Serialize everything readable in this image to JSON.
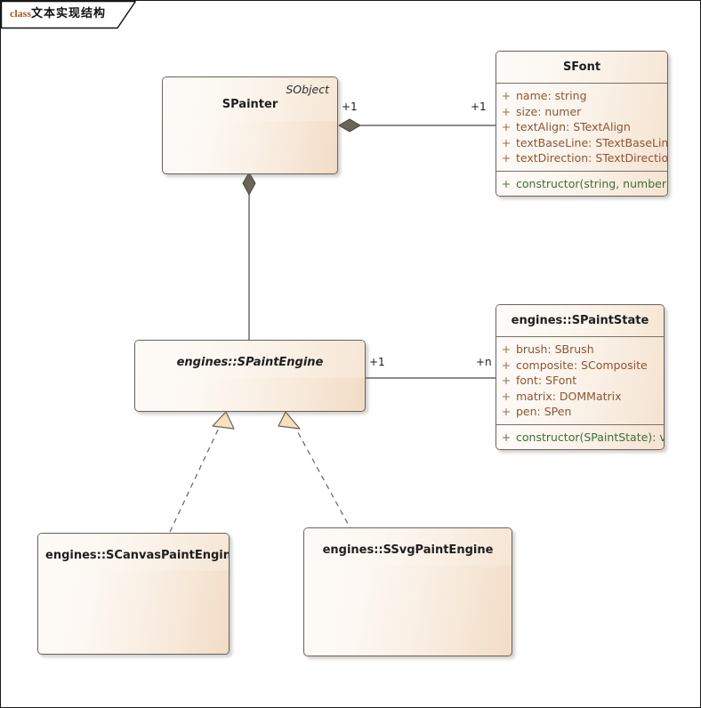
{
  "frame": {
    "keyword": "class",
    "title": "文本实现结构"
  },
  "colors": {
    "border": "#6b6259",
    "attribute_text": "#8a5634",
    "operation_text": "#3f6d3a",
    "keyword_text": "#9c5a21",
    "arrow_fill": "#f7e0bb",
    "diamond_fill": "#6b6459",
    "box_fill_light": "#fdfaf7",
    "box_fill_dark": "#f2dcc6"
  },
  "classes": {
    "spainter": {
      "name": "SPainter",
      "stereotype": "SObject",
      "attributes": [],
      "operations": []
    },
    "sfont": {
      "name": "SFont",
      "stereotype": "",
      "attributes": [
        {
          "visibility": "+",
          "text": "name: string"
        },
        {
          "visibility": "+",
          "text": "size: numer"
        },
        {
          "visibility": "+",
          "text": "textAlign: STextAlign"
        },
        {
          "visibility": "+",
          "text": "textBaseLine: STextBaseLine"
        },
        {
          "visibility": "+",
          "text": "textDirection: STextDirection"
        }
      ],
      "operations": [
        {
          "visibility": "+",
          "text": "constructor(string, number): void"
        }
      ]
    },
    "spaintengine": {
      "name": "engines::SPaintEngine",
      "stereotype": "",
      "attributes": [],
      "operations": []
    },
    "spaintstate": {
      "name": "engines::SPaintState",
      "stereotype": "",
      "attributes": [
        {
          "visibility": "+",
          "text": "brush: SBrush"
        },
        {
          "visibility": "+",
          "text": "composite: SComposite"
        },
        {
          "visibility": "+",
          "text": "font: SFont"
        },
        {
          "visibility": "+",
          "text": "matrix: DOMMatrix"
        },
        {
          "visibility": "+",
          "text": "pen: SPen"
        }
      ],
      "operations": [
        {
          "visibility": "+",
          "text": "constructor(SPaintState): void"
        }
      ]
    },
    "scanvaspaintengine": {
      "name": "engines::SCanvasPaintEngine",
      "stereotype": "",
      "attributes": [],
      "operations": []
    },
    "ssvgpaintengine": {
      "name": "engines::SSvgPaintEngine",
      "stereotype": "",
      "attributes": [],
      "operations": []
    }
  },
  "relations": {
    "painter_font": {
      "kind": "composition",
      "source_multiplicity": "+1",
      "target_multiplicity": "+1"
    },
    "painter_engine": {
      "kind": "composition",
      "source_multiplicity": "",
      "target_multiplicity": ""
    },
    "engine_state": {
      "kind": "association",
      "source_multiplicity": "+1",
      "target_multiplicity": "+n"
    },
    "canvas_realizes_engine": {
      "kind": "realization"
    },
    "svg_realizes_engine": {
      "kind": "realization"
    }
  }
}
